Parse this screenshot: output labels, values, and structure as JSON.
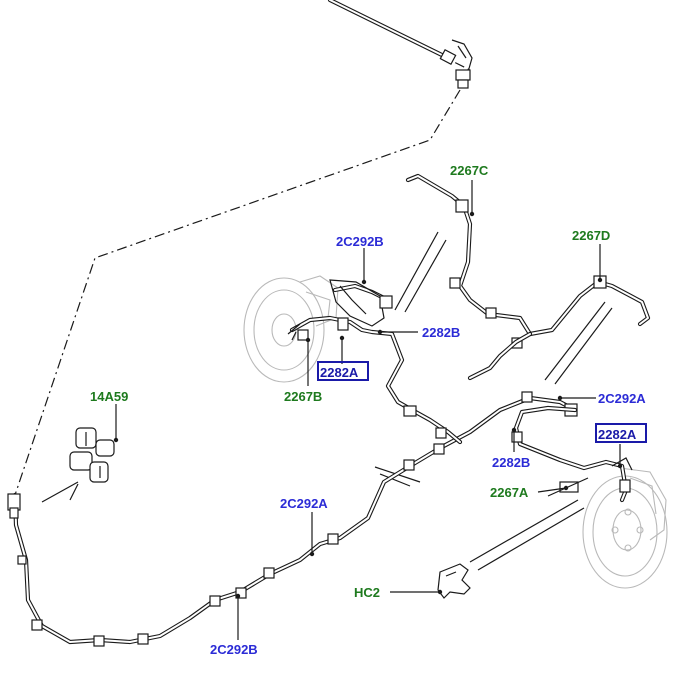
{
  "diagram": {
    "labels": {
      "l_2267c": "2267C",
      "l_2c292b_top": "2C292B",
      "l_2267d": "2267D",
      "l_2282b_mid": "2282B",
      "l_2282a_left": "2282A",
      "l_2267b": "2267B",
      "l_14a59": "14A59",
      "l_2c292a_right": "2C292A",
      "l_2282a_right": "2282A",
      "l_2282b_right": "2282B",
      "l_2267a": "2267A",
      "l_2c292a_bottom": "2C292A",
      "l_hc2": "HC2",
      "l_2c292b_bottom": "2C292B"
    },
    "colors": {
      "part_label_green": "#1e7a1e",
      "part_label_blue": "#2b2bd6",
      "highlight_box": "#1a1aa8",
      "line": "#1a1a1a"
    }
  }
}
